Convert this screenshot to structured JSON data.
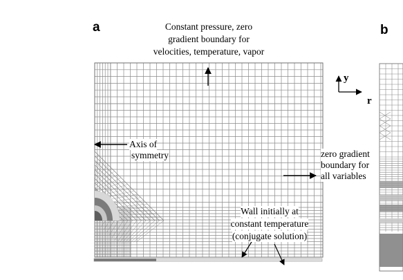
{
  "panels": {
    "a": "a",
    "b": "b"
  },
  "labels": {
    "top_boundary": [
      "Constant pressure, zero",
      "gradient boundary for",
      "velocities, temperature, vapor"
    ],
    "axis_of_symmetry": [
      "Axis of",
      "symmetry"
    ],
    "side_boundary": [
      "zero gradient",
      "boundary for",
      "all variables"
    ],
    "wall": [
      "Wall initially at",
      "constant temperature",
      "(conjugate solution)"
    ]
  },
  "coordinate_axes": {
    "vertical": "y",
    "horizontal": "r"
  }
}
